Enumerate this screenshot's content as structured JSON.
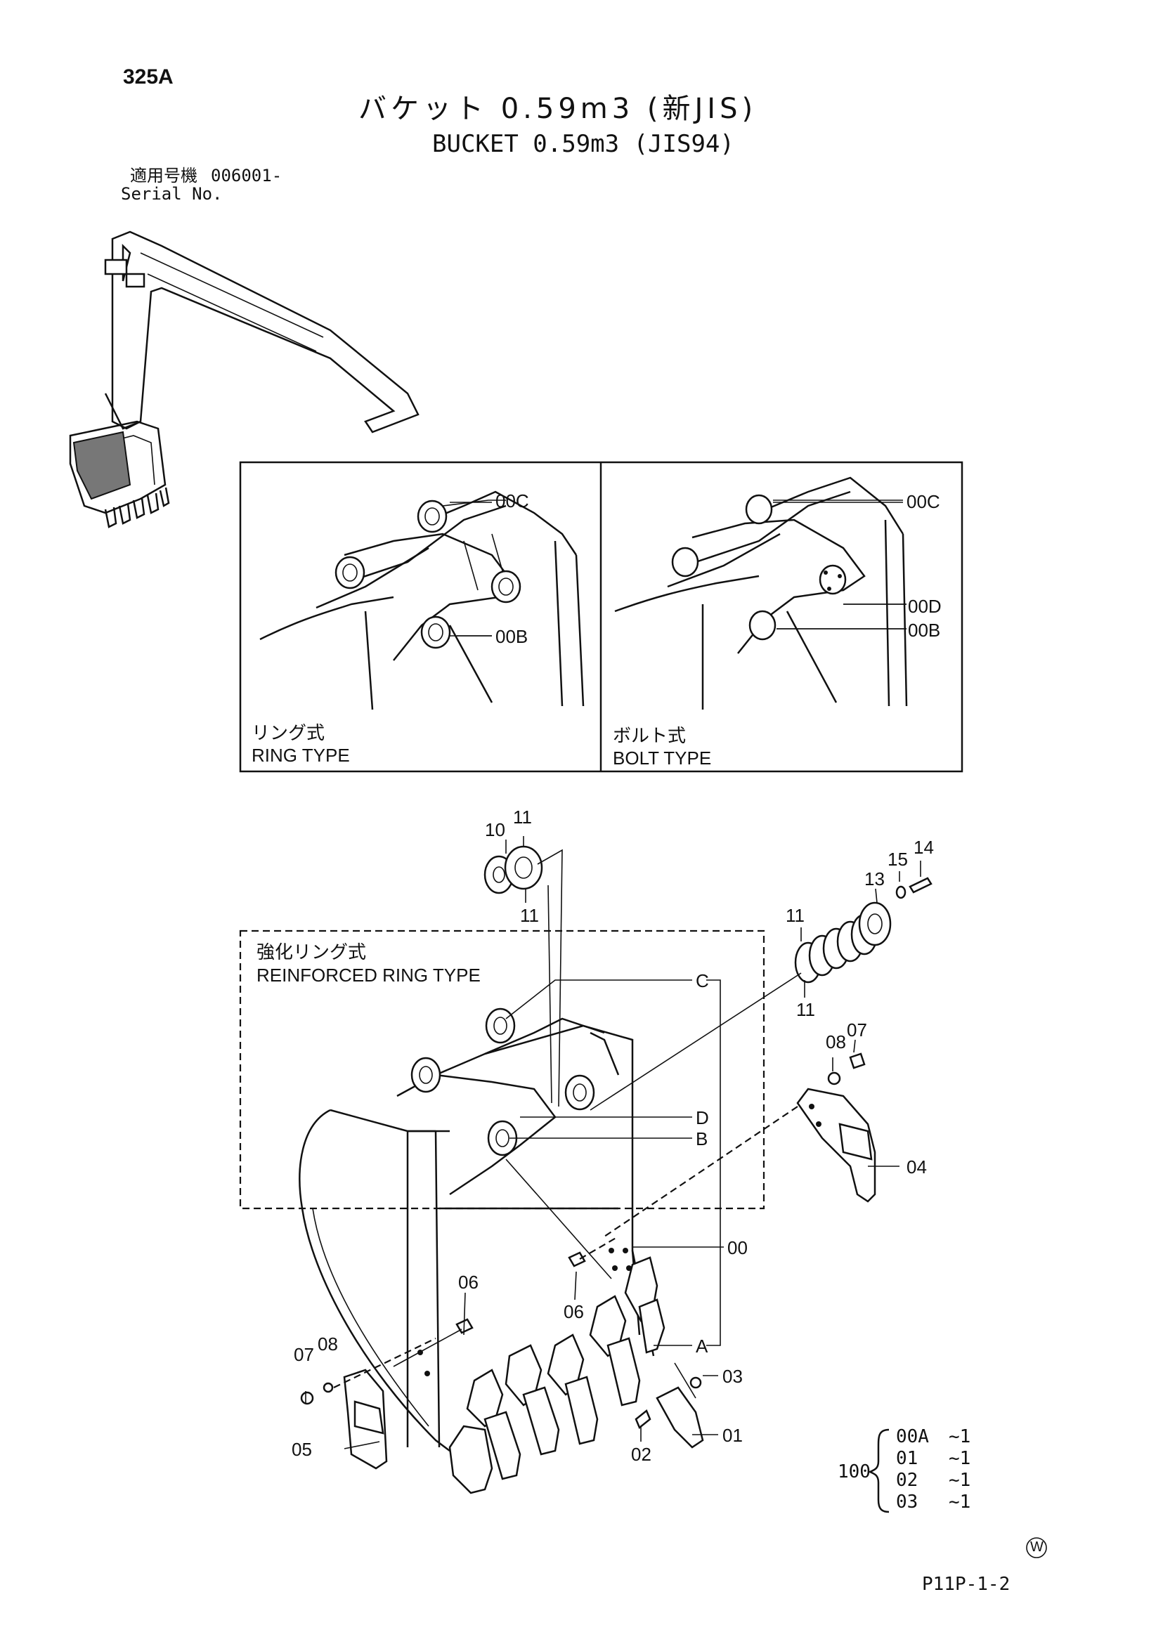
{
  "page_code": "325A",
  "title_jp": "バケット 0.59m3 (新JIS)",
  "title_en": "BUCKET 0.59m3 (JIS94)",
  "serial": {
    "jp_label": "適用号機",
    "value": "006001-",
    "en_label": "Serial No."
  },
  "panels": {
    "ring": {
      "label_jp": "リング式",
      "label_en": "RING TYPE",
      "callouts": [
        "00C",
        "00B"
      ]
    },
    "bolt": {
      "label_jp": "ボルト式",
      "label_en": "BOLT TYPE",
      "callouts": [
        "00C",
        "00D",
        "00B"
      ]
    }
  },
  "reinforced": {
    "label_jp": "強化リング式",
    "label_en": "REINFORCED RING TYPE"
  },
  "callouts": {
    "c10": "10",
    "c11a": "11",
    "c11b": "11",
    "c11c": "11",
    "c11d": "11",
    "c13": "13",
    "c14": "14",
    "c15": "15",
    "c07a": "07",
    "c08a": "08",
    "c04": "04",
    "cC": "C",
    "cD": "D",
    "cB": "B",
    "cA": "A",
    "c00": "00",
    "c06a": "06",
    "c06b": "06",
    "c07b": "07",
    "c08b": "08",
    "c05": "05",
    "c02": "02",
    "c03": "03",
    "c01": "01"
  },
  "kit": {
    "number": "100",
    "items": [
      {
        "part": "00A",
        "qty": "~1"
      },
      {
        "part": "01",
        "qty": "~1"
      },
      {
        "part": "02",
        "qty": "~1"
      },
      {
        "part": "03",
        "qty": "~1"
      }
    ]
  },
  "w_mark": "W",
  "page_ref": "P11P-1-2"
}
